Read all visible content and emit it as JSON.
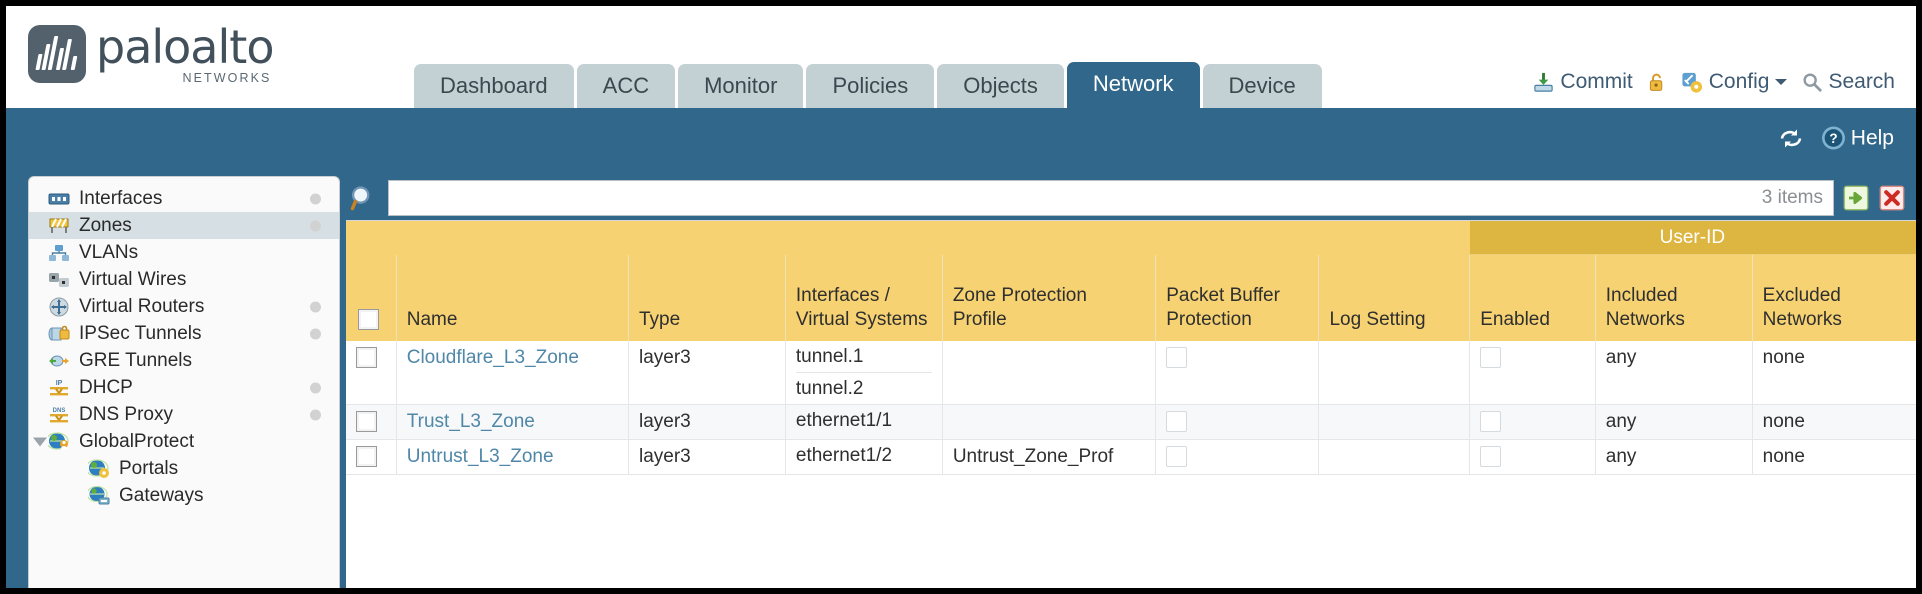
{
  "brand": {
    "name": "paloalto",
    "tagline": "NETWORKS",
    "logo_icon": "paloalto-logo-icon"
  },
  "colors": {
    "nav_blue": "#31678a",
    "tab_inactive": "#c3d0d4",
    "table_header_yellow": "#f6d272",
    "group_header_gold": "#ddb641",
    "link_blue": "#4f87a8",
    "sidebar_selected": "#d5dfe4"
  },
  "nav": {
    "tabs": [
      {
        "label": "Dashboard",
        "active": false
      },
      {
        "label": "ACC",
        "active": false
      },
      {
        "label": "Monitor",
        "active": false
      },
      {
        "label": "Policies",
        "active": false
      },
      {
        "label": "Objects",
        "active": false
      },
      {
        "label": "Network",
        "active": true
      },
      {
        "label": "Device",
        "active": false
      }
    ]
  },
  "toolbar": {
    "commit_label": "Commit",
    "commit_icon": "commit-save-icon",
    "lock_icon": "padlock-icon",
    "config_label": "Config",
    "config_icon": "config-wrench-key-icon",
    "config_caret": "chevron-down-icon",
    "search_label": "Search",
    "search_icon": "magnifier-icon"
  },
  "subbar": {
    "refresh_icon": "refresh-icon",
    "help_label": "Help",
    "help_icon": "help-question-icon"
  },
  "sidebar": {
    "items": [
      {
        "label": "Interfaces",
        "icon": "interfaces-icon",
        "selected": false,
        "dot": true,
        "indent": false,
        "caret": false
      },
      {
        "label": "Zones",
        "icon": "zones-icon",
        "selected": true,
        "dot": true,
        "indent": false,
        "caret": false
      },
      {
        "label": "VLANs",
        "icon": "vlans-icon",
        "selected": false,
        "dot": false,
        "indent": false,
        "caret": false
      },
      {
        "label": "Virtual Wires",
        "icon": "virtual-wires-icon",
        "selected": false,
        "dot": false,
        "indent": false,
        "caret": false
      },
      {
        "label": "Virtual Routers",
        "icon": "virtual-routers-icon",
        "selected": false,
        "dot": true,
        "indent": false,
        "caret": false
      },
      {
        "label": "IPSec Tunnels",
        "icon": "ipsec-tunnels-icon",
        "selected": false,
        "dot": true,
        "indent": false,
        "caret": false
      },
      {
        "label": "GRE Tunnels",
        "icon": "gre-tunnels-icon",
        "selected": false,
        "dot": false,
        "indent": false,
        "caret": false
      },
      {
        "label": "DHCP",
        "icon": "dhcp-icon",
        "selected": false,
        "dot": true,
        "indent": false,
        "caret": false
      },
      {
        "label": "DNS Proxy",
        "icon": "dns-proxy-icon",
        "selected": false,
        "dot": true,
        "indent": false,
        "caret": false
      },
      {
        "label": "GlobalProtect",
        "icon": "globalprotect-icon",
        "selected": false,
        "dot": false,
        "indent": false,
        "caret": true
      },
      {
        "label": "Portals",
        "icon": "portals-icon",
        "selected": false,
        "dot": false,
        "indent": true,
        "caret": false
      },
      {
        "label": "Gateways",
        "icon": "gateways-icon",
        "selected": false,
        "dot": false,
        "indent": true,
        "caret": false
      }
    ]
  },
  "search": {
    "icon": "search-magnifier-icon",
    "value": "",
    "placeholder": "",
    "items_count": "3 items",
    "go_icon": "arrow-right-green-icon",
    "clear_icon": "clear-x-red-icon"
  },
  "table": {
    "group_header": "User-ID",
    "columns": [
      "Name",
      "Type",
      "Interfaces / Virtual Systems",
      "Zone Protection Profile",
      "Packet Buffer Protection",
      "Log Setting",
      "Enabled",
      "Included Networks",
      "Excluded Networks"
    ],
    "rows": [
      {
        "selected": false,
        "name": "Cloudflare_L3_Zone",
        "type": "layer3",
        "interfaces": [
          "tunnel.1",
          "tunnel.2"
        ],
        "zone_protection_profile": "",
        "packet_buffer_protection": false,
        "log_setting": "",
        "userid_enabled": false,
        "included_networks": "any",
        "excluded_networks": "none"
      },
      {
        "selected": false,
        "name": "Trust_L3_Zone",
        "type": "layer3",
        "interfaces": [
          "ethernet1/1"
        ],
        "zone_protection_profile": "",
        "packet_buffer_protection": false,
        "log_setting": "",
        "userid_enabled": false,
        "included_networks": "any",
        "excluded_networks": "none"
      },
      {
        "selected": false,
        "name": "Untrust_L3_Zone",
        "type": "layer3",
        "interfaces": [
          "ethernet1/2"
        ],
        "zone_protection_profile": "Untrust_Zone_Prof",
        "packet_buffer_protection": false,
        "log_setting": "",
        "userid_enabled": false,
        "included_networks": "any",
        "excluded_networks": "none"
      }
    ]
  }
}
